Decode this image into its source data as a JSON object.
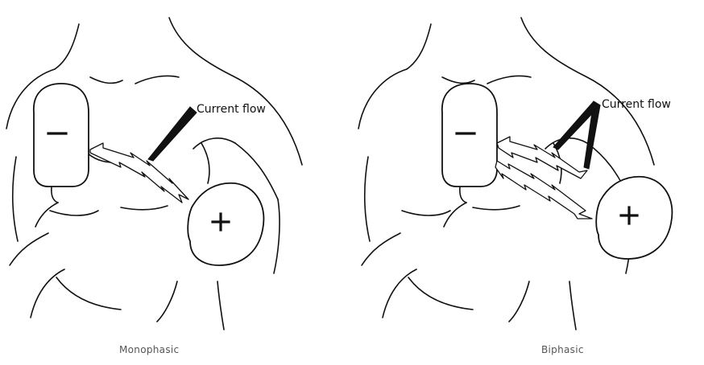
{
  "panels": [
    {
      "callout": "Current flow",
      "negative_sign": "−",
      "positive_sign": "+",
      "caption": "Monophasic"
    },
    {
      "callout": "Current flow",
      "negative_sign": "−",
      "positive_sign": "+",
      "caption": "Biphasic"
    }
  ],
  "colors": {
    "line": "#111111",
    "background": "#ffffff",
    "caption": "#555555"
  }
}
